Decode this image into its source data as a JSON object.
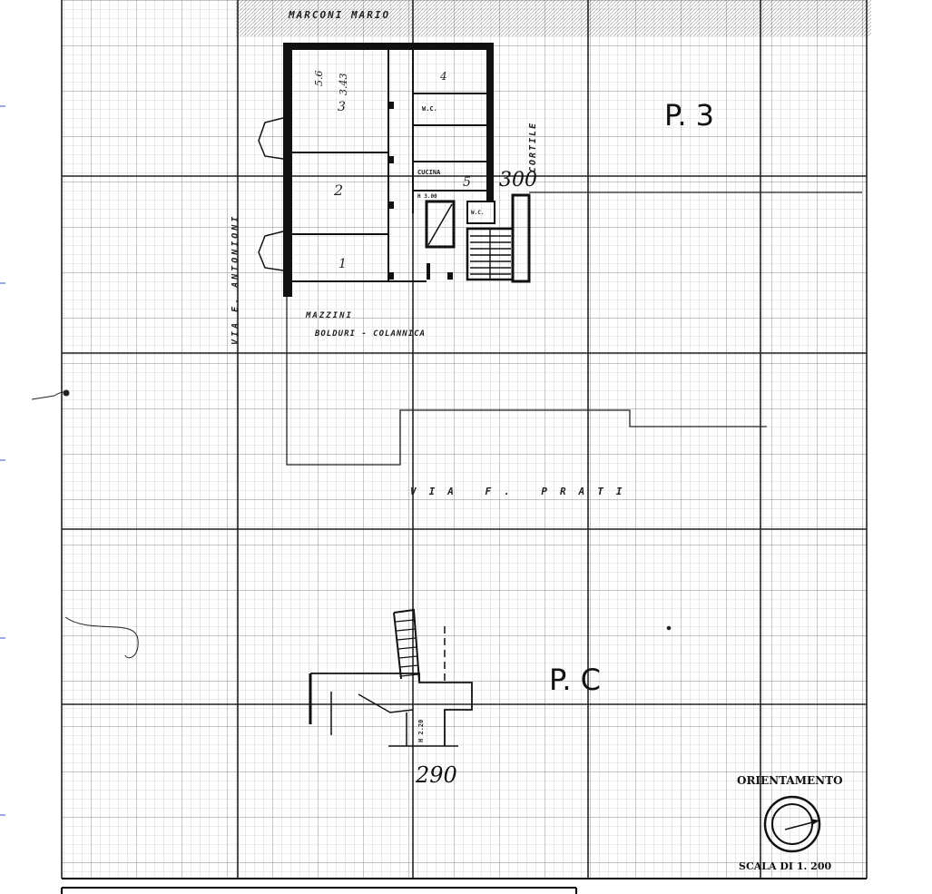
{
  "labels": {
    "street_top": "MARCONI MARIO",
    "street_left": "VIA E. ANTONIONI",
    "street_bottom": "VIA F. PRATI",
    "courtyard": "CORTILE",
    "owners": "MAZZINI",
    "owners2": "BOLDURI - COLANNICA",
    "wc": "W.C.",
    "wc2": "W.C.",
    "cucina": "CUCINA",
    "height_top": "H 3.00",
    "height_bottom": "H 2.20",
    "room1": "1",
    "room2": "2",
    "room3": "3",
    "room4": "4",
    "room5": "5",
    "room_small": "5.6",
    "room_small2": "3.43"
  },
  "floor_upper": "P. 3",
  "floor_ground": "P. C",
  "handwritten_top": "300",
  "handwritten_bottom": "290",
  "orientation_label": "ORIENTAMENTO",
  "scale_label": "SCALA DI 1. 200"
}
